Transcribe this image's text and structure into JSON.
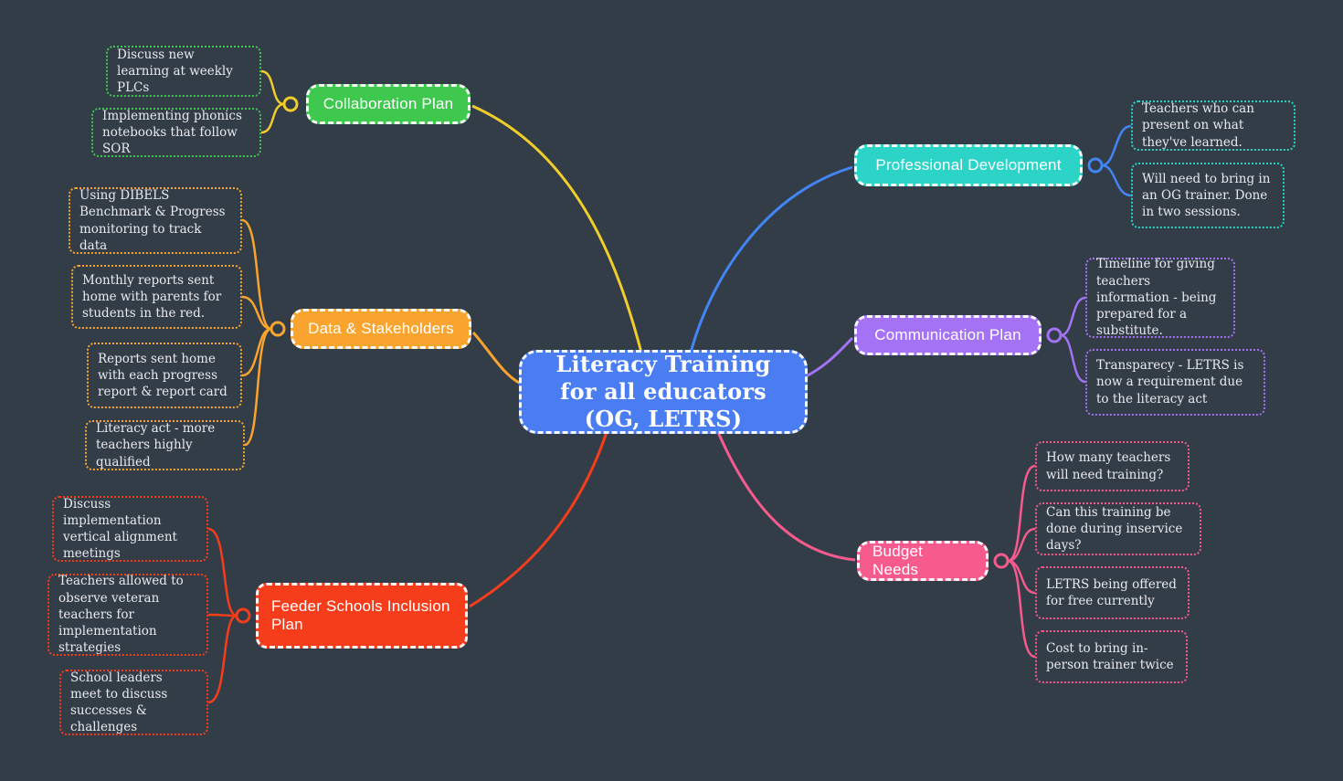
{
  "canvas": {
    "background_color": "#333d48"
  },
  "center": {
    "title": "Literacy Training for all educators (OG, LETRS)",
    "color": "#4a7df2"
  },
  "branches": [
    {
      "label": "Collaboration Plan",
      "color": "#3ec94e",
      "line_color": "#f0cd2a",
      "children": [
        "Discuss new learning at weekly PLCs",
        "Implementing phonics notebooks that follow SOR"
      ]
    },
    {
      "label": "Professional Development",
      "color": "#2bd4c6",
      "line_color": "#4285f4",
      "children": [
        "Teachers who can present on what they've learned.",
        "Will need to bring in an OG trainer. Done in two sessions."
      ]
    },
    {
      "label": "Data & Stakeholders",
      "color": "#f8a42e",
      "line_color": "#f8a42e",
      "children": [
        "Using DIBELS Benchmark & Progress monitoring to track data",
        "Monthly reports sent home with parents for students in the red.",
        "Reports sent home with each progress report & report card",
        "Literacy act - more teachers highly qualified"
      ]
    },
    {
      "label": "Communication Plan",
      "color": "#a472f5",
      "line_color": "#a472f5",
      "children": [
        "Timeline for giving teachers information - being prepared for a substitute.",
        "Transparecy - LETRS is now a requirement due to the literacy act"
      ]
    },
    {
      "label": "Budget Needs",
      "color": "#f75b8d",
      "line_color": "#f75b8d",
      "children": [
        "How many teachers will need training?",
        "Can this training be done during inservice days?",
        "LETRS being offered for free currently",
        "Cost to bring in-person trainer twice"
      ]
    },
    {
      "label": "Feeder Schools Inclusion Plan",
      "color": "#f53d1c",
      "line_color": "#f53d1c",
      "children": [
        "Discuss implementation vertical alignment meetings",
        "Teachers allowed to observe veteran teachers for implementation strategies",
        "School leaders meet to discuss successes & challenges"
      ]
    }
  ]
}
